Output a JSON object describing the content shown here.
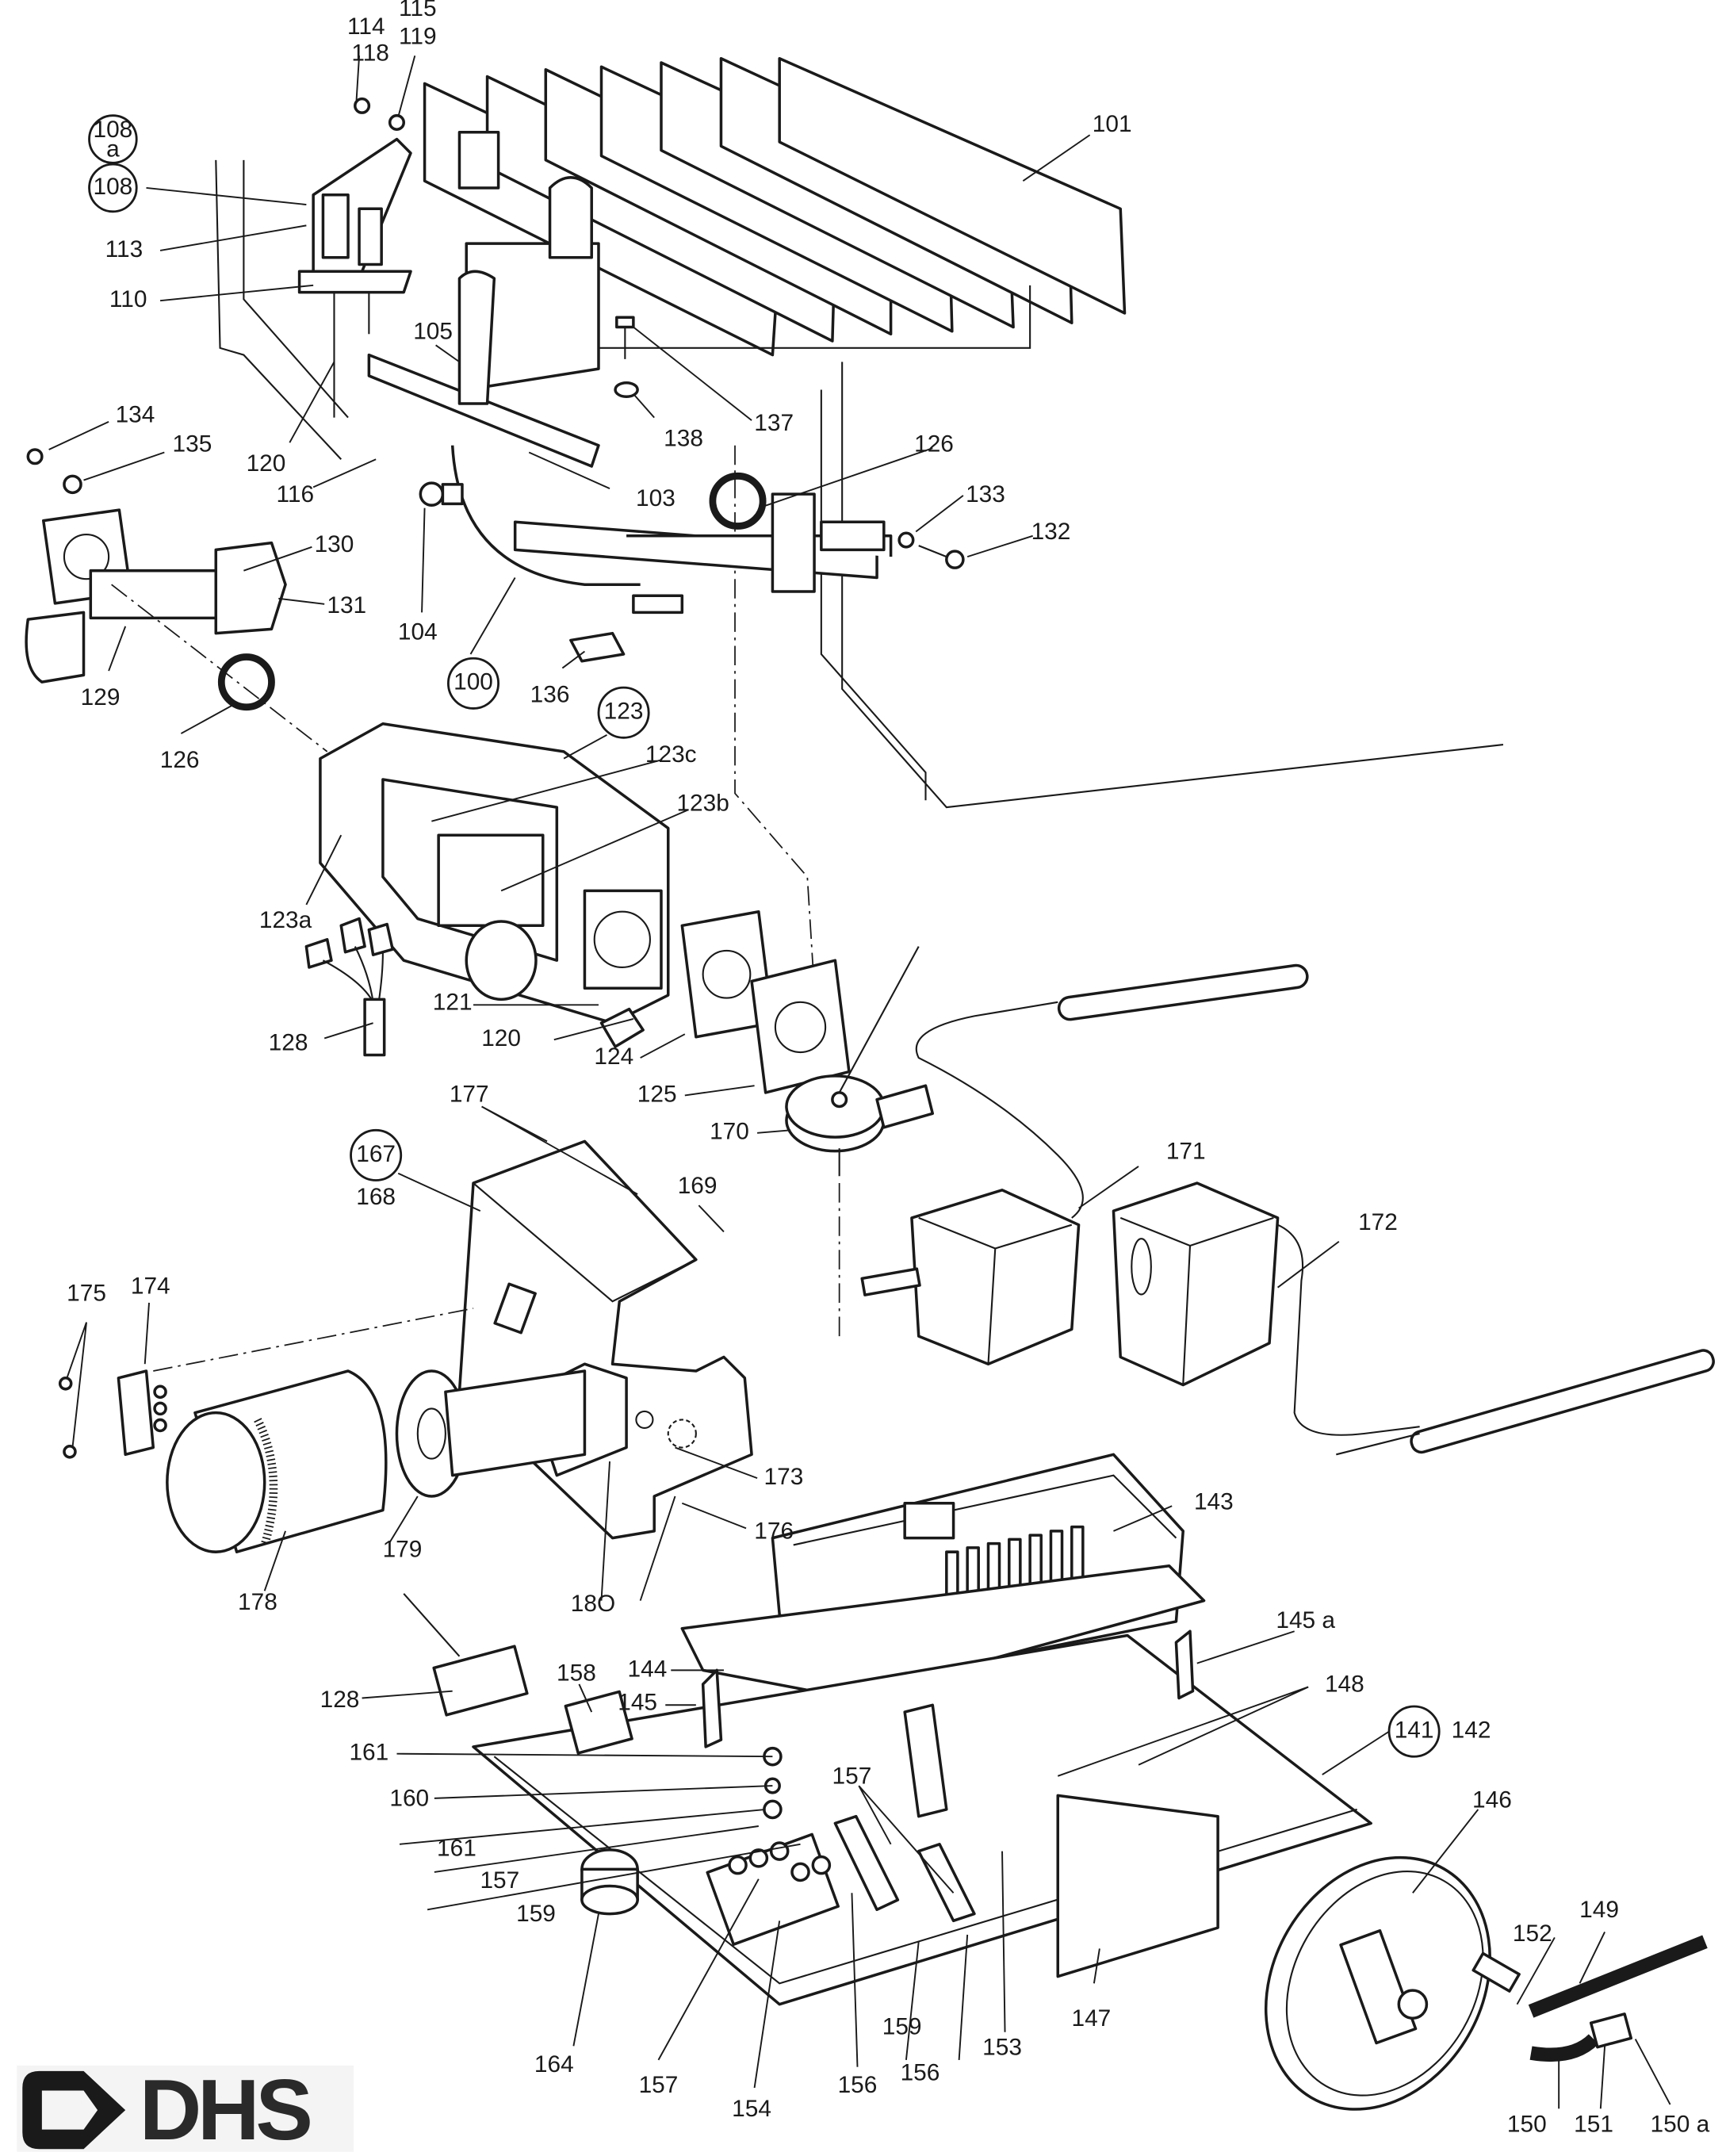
{
  "title": "Exploded parts diagram",
  "logo": {
    "text": "DHS",
    "icon": "arrow-right-bracket-icon"
  },
  "colors": {
    "ink": "#1a1a1a",
    "paper": "#ffffff"
  },
  "labels": {
    "p100": "100",
    "p101": "101",
    "p103": "103",
    "p104": "104",
    "p105": "105",
    "p108": "108",
    "p108a_num": "108",
    "p108a_suffix": "a",
    "p110": "110",
    "p113": "113",
    "p114": "114",
    "p115": "115",
    "p116": "116",
    "p118": "118",
    "p119": "119",
    "p120_top": "120",
    "p120_mid": "120",
    "p121": "121",
    "p123": "123",
    "p123a": "123a",
    "p123b": "123b",
    "p123c": "123c",
    "p124": "124",
    "p125": "125",
    "p126_top": "126",
    "p126_left": "126",
    "p128_top": "128",
    "p128_bot": "128",
    "p129": "129",
    "p130": "130",
    "p131": "131",
    "p132": "132",
    "p133": "133",
    "p134": "134",
    "p135": "135",
    "p136": "136",
    "p137": "137",
    "p138": "138",
    "p141": "141",
    "p142": "142",
    "p143": "143",
    "p144": "144",
    "p145": "145",
    "p145a": "145 a",
    "p146": "146",
    "p147": "147",
    "p148": "148",
    "p149": "149",
    "p150": "150",
    "p150a": "150 a",
    "p151": "151",
    "p152": "152",
    "p153": "153",
    "p154": "154",
    "p156_a": "156",
    "p156_b": "156",
    "p157_a": "157",
    "p157_b": "157",
    "p157_c": "157",
    "p158": "158",
    "p159_a": "159",
    "p159_b": "159",
    "p160": "160",
    "p161_a": "161",
    "p161_b": "161",
    "p164": "164",
    "p167": "167",
    "p168": "168",
    "p169": "169",
    "p170": "170",
    "p171": "171",
    "p172": "172",
    "p173": "173",
    "p174": "174",
    "p175": "175",
    "p176": "176",
    "p177": "177",
    "p178": "178",
    "p179": "179",
    "p180": "18O"
  },
  "circled_parts": [
    "100",
    "108",
    "108 a",
    "123",
    "141",
    "167"
  ]
}
